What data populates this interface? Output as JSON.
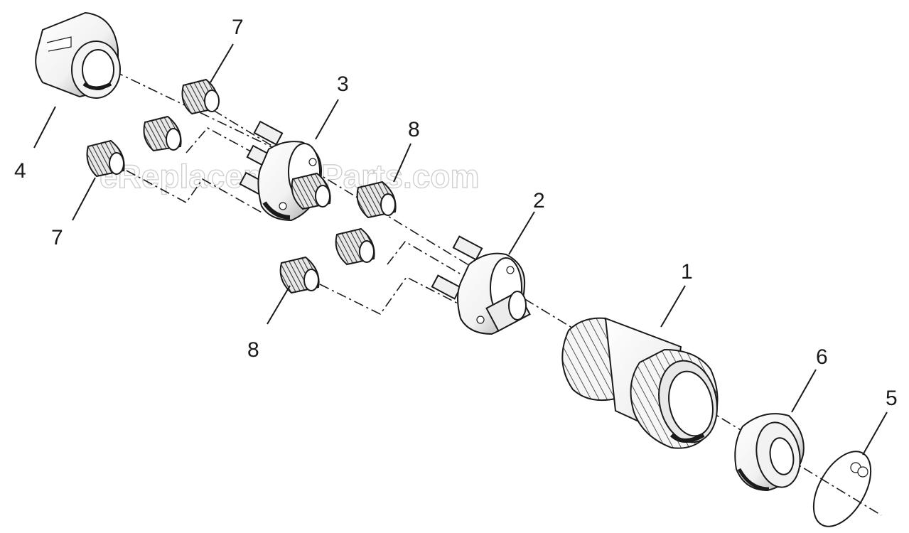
{
  "watermark": "eReplacementParts.com",
  "callouts": [
    {
      "id": "callout-4a",
      "label": "4"
    },
    {
      "id": "callout-7a",
      "label": "7"
    },
    {
      "id": "callout-3",
      "label": "3"
    },
    {
      "id": "callout-7b",
      "label": "7"
    },
    {
      "id": "callout-8a",
      "label": "8"
    },
    {
      "id": "callout-2",
      "label": "2"
    },
    {
      "id": "callout-8b",
      "label": "8"
    },
    {
      "id": "callout-1",
      "label": "1"
    },
    {
      "id": "callout-6",
      "label": "6"
    },
    {
      "id": "callout-5",
      "label": "5"
    }
  ],
  "colors": {
    "line": "#1a1a1a",
    "shade": "#9a9a9a",
    "light": "#e4e4e4",
    "dark": "#2a2a2a"
  }
}
